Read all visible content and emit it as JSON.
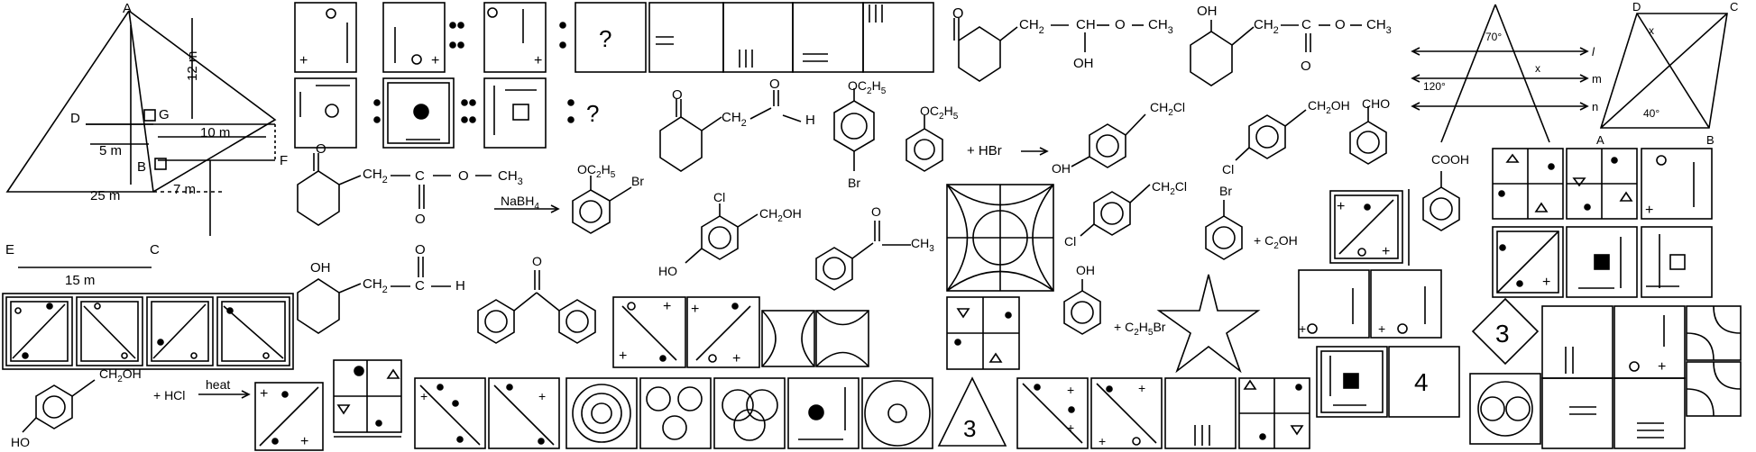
{
  "geometry_figure": {
    "points": {
      "A": "A",
      "G": "G",
      "D": "D",
      "B": "B",
      "F": "F",
      "E": "E",
      "C": "C"
    },
    "measures": {
      "top": "12 m",
      "left": "5 m",
      "right": "10 m",
      "middle": "7 m",
      "lower": "25 m",
      "base": "15 m"
    }
  },
  "chemistry": {
    "ch2": "CH",
    "sub2": "2",
    "ch": "CH",
    "o": "O",
    "ch3": "CH",
    "sub3": "3",
    "oh": "OH",
    "h": "H",
    "oc2h5": "OC",
    "sub5": "5",
    "br": "Br",
    "cl": "Cl",
    "ch2cl": "CH",
    "ch2oh": "CH",
    "cho": "CHO",
    "cooh": "COOH",
    "ho": "HO",
    "plus_hbr": "+ HBr",
    "plus_hcl": "+ HCl",
    "plus_c2h5oh": "+ C",
    "plus_c2h5br": "+ C",
    "nabh4": "NaBH",
    "sub4": "4",
    "heat": "heat",
    "cl_tail": "Cl",
    "oh_tail": "OH",
    "br_tail": "Br",
    "h5": "H",
    "h5oh": "OH"
  },
  "puzzle": {
    "question": "?",
    "three": "3",
    "four": "4"
  },
  "angles": {
    "a70": "70°",
    "a120": "120°",
    "a40": "40°",
    "x": "x",
    "l": "l",
    "m": "m",
    "n": "n",
    "D": "D",
    "C": "C",
    "A": "A",
    "B": "B"
  }
}
